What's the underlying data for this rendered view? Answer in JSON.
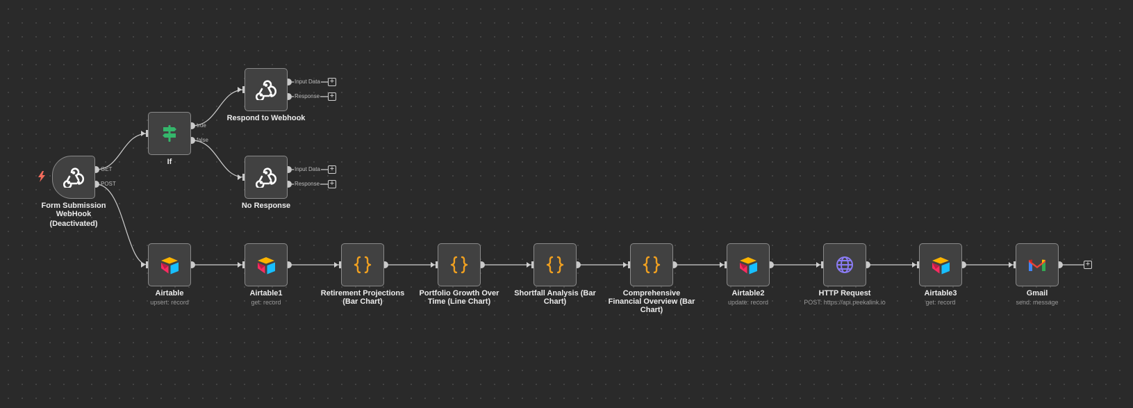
{
  "nodes": {
    "trigger": {
      "title": "Form Submission WebHook",
      "status": "(Deactivated)",
      "icon": "webhook-icon",
      "outputs": [
        "GET",
        "POST"
      ]
    },
    "if": {
      "title": "If",
      "icon": "signpost-icon",
      "outputs": [
        "true",
        "false"
      ]
    },
    "respond": {
      "title": "Respond to Webhook",
      "icon": "webhook-icon",
      "outputs": [
        "Input Data",
        "Response"
      ]
    },
    "no_response": {
      "title": "No Response",
      "icon": "webhook-icon",
      "outputs": [
        "Input Data",
        "Response"
      ]
    },
    "chain": [
      {
        "title": "Airtable",
        "subtitle": "upsert: record",
        "icon": "airtable-icon"
      },
      {
        "title": "Airtable1",
        "subtitle": "get: record",
        "icon": "airtable-icon"
      },
      {
        "title": "Retirement Projections (Bar Chart)",
        "subtitle": "",
        "icon": "code-braces-icon"
      },
      {
        "title": "Portfolio Growth Over Time (Line Chart)",
        "subtitle": "",
        "icon": "code-braces-icon"
      },
      {
        "title": "Shortfall Analysis (Bar Chart)",
        "subtitle": "",
        "icon": "code-braces-icon"
      },
      {
        "title": "Comprehensive Financial Overview (Bar Chart)",
        "subtitle": "",
        "icon": "code-braces-icon"
      },
      {
        "title": "Airtable2",
        "subtitle": "update: record",
        "icon": "airtable-icon"
      },
      {
        "title": "HTTP Request",
        "subtitle": "POST: https://api.peekalink.io",
        "icon": "globe-icon"
      },
      {
        "title": "Airtable3",
        "subtitle": "get: record",
        "icon": "airtable-icon"
      },
      {
        "title": "Gmail",
        "subtitle": "send: message",
        "icon": "gmail-icon"
      }
    ]
  },
  "colors": {
    "canvas": "#2a2a2a",
    "node_bg": "#414141",
    "wire": "#cfcfcf",
    "if_green": "#35b66b",
    "code_orange": "#f0a020",
    "globe_purple": "#8b7cf6",
    "trigger_bolt": "#f26b5b"
  }
}
